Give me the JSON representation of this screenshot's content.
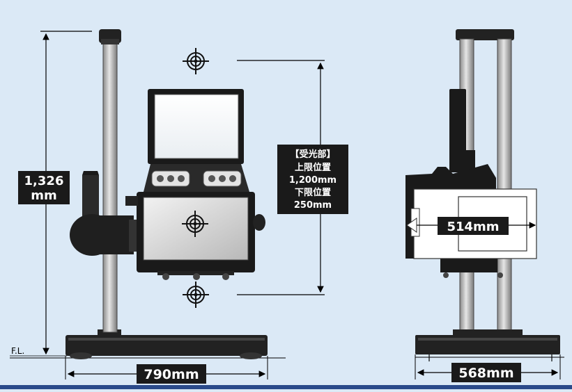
{
  "colors": {
    "background": "#dbe9f6",
    "label_bg": "#1a1a1a",
    "label_fg": "#ffffff",
    "dim_line": "#000000",
    "machine_dark": "#222222",
    "pole": "#b8b8b8",
    "panel": "#d8d8d8"
  },
  "front_view": {
    "height_dim": {
      "line1": "1,326",
      "line2": "mm"
    },
    "width_dim": "790mm",
    "floor_label": "F.L.",
    "receiver_note": {
      "line1": "【受光部】",
      "line2": "上限位置",
      "line3": "1,200mm",
      "line4": "下限位置",
      "line5": "250mm"
    }
  },
  "side_view": {
    "depth_dim": "514mm",
    "width_dim": "568mm"
  },
  "icons": [
    "crosshair-target-icon"
  ]
}
